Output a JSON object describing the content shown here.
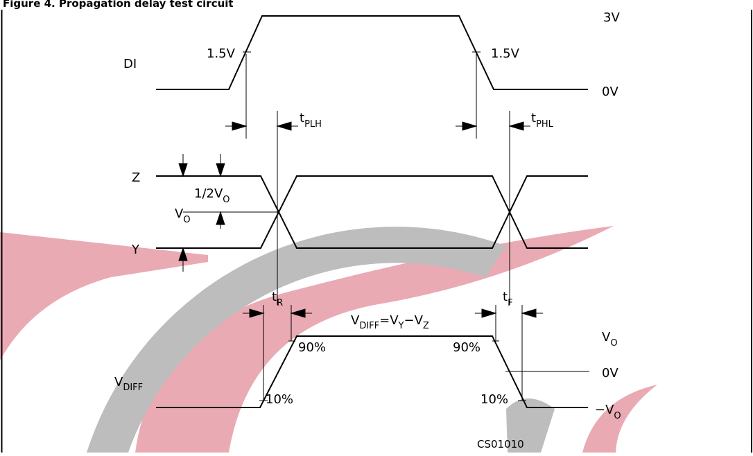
{
  "header": {
    "title": "Figure 4. Propagation delay test circuit"
  },
  "signals": {
    "di": "DI",
    "z": "Z",
    "y": "Y",
    "vdiff": {
      "main": "V",
      "sub": "DIFF"
    }
  },
  "levels": {
    "v3": "3V",
    "v0_top": "0V",
    "vo_right": {
      "main": "V",
      "sub": "O"
    },
    "v0_mid": "0V",
    "neg_vo": {
      "main": "−V",
      "sub": "O"
    }
  },
  "thresholds": {
    "rise_mid": "1.5V",
    "fall_mid": "1.5V",
    "rise_90": "90%",
    "rise_10": "10%",
    "fall_90": "90%",
    "fall_10": "10%"
  },
  "timings": {
    "tplh": {
      "main": "t",
      "sub": "PLH"
    },
    "tphl": {
      "main": "t",
      "sub": "PHL"
    },
    "tr": {
      "main": "t",
      "sub": "R"
    },
    "tf": {
      "main": "t",
      "sub": "F"
    }
  },
  "amplitudes": {
    "half_vo": {
      "main": "1/2V",
      "sub": "O"
    },
    "vo": {
      "main": "V",
      "sub": "O"
    }
  },
  "equation": {
    "v1": "V",
    "s1": "DIFF",
    "eq": "=V",
    "s2": "Y",
    "minus": "−V",
    "s3": "Z"
  },
  "figure_code": "CS01010",
  "colors": {
    "watermark_red": "#e9aab4",
    "watermark_gray": "#bdbdbd",
    "line": "#000000"
  }
}
